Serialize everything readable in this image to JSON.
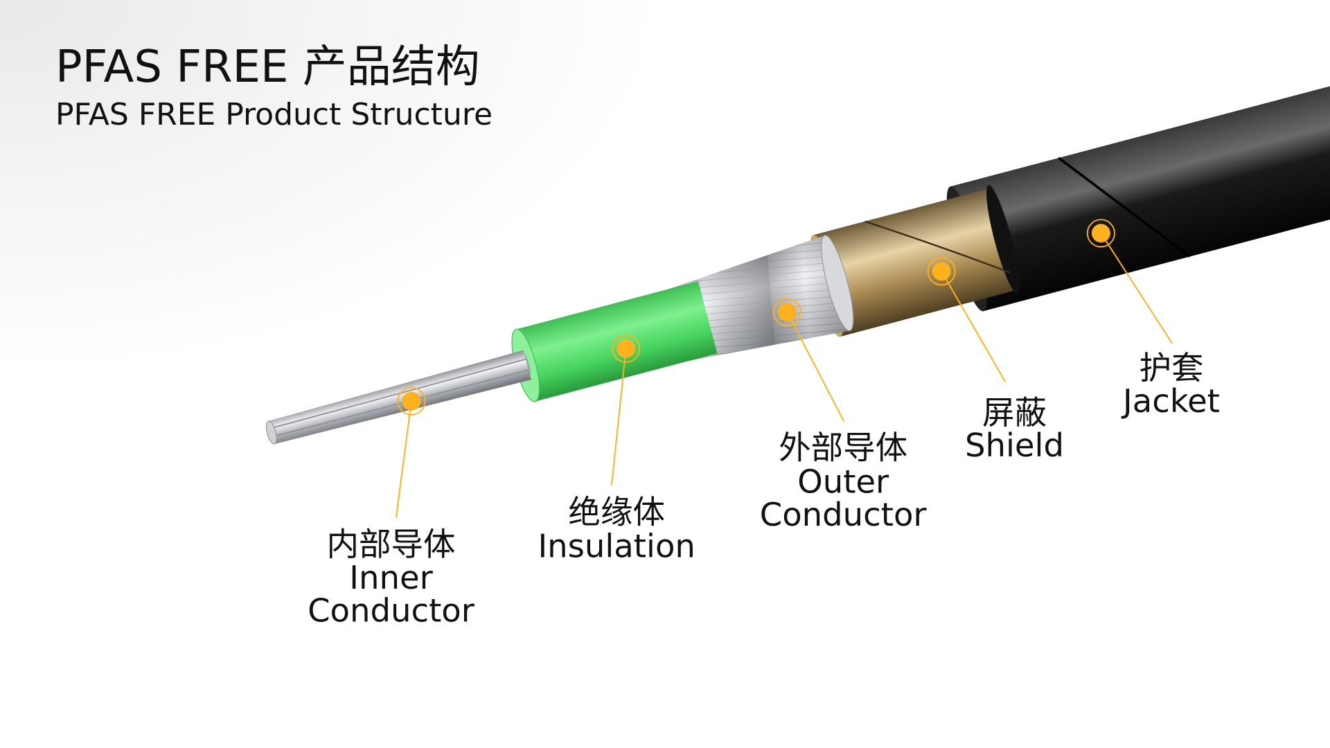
{
  "header": {
    "title": "PFAS FREE 产品结构",
    "subtitle": "PFAS FREE Product Structure"
  },
  "colors": {
    "marker": "#FFB21E",
    "insulation": "#4CD964",
    "jacket": "#111111",
    "shield": "#B8965A"
  },
  "labels": [
    {
      "zh": "内部导体",
      "en1": "Inner",
      "en2": "Conductor"
    },
    {
      "zh": "绝缘体",
      "en1": "Insulation"
    },
    {
      "zh": "外部导体",
      "en1": "Outer",
      "en2": "Conductor"
    },
    {
      "zh": "屏蔽",
      "en1": "Shield"
    },
    {
      "zh": "护套",
      "en1": "Jacket"
    }
  ]
}
